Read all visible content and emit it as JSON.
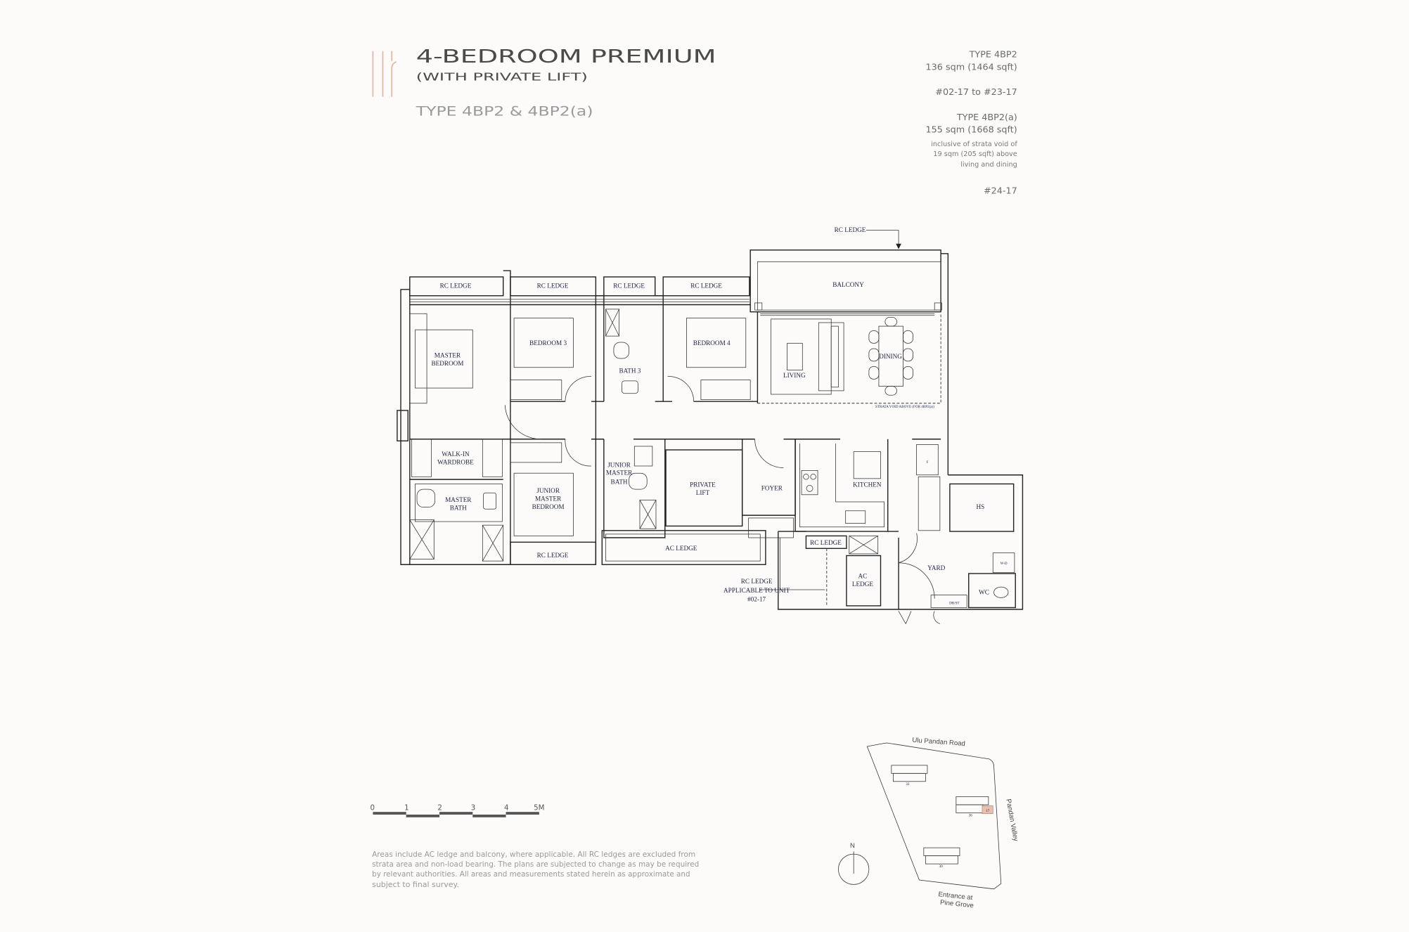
{
  "header": {
    "title": "4-BEDROOM PREMIUM",
    "subtitle": "(WITH PRIVATE LIFT)",
    "types": "TYPE 4BP2 & 4BP2(a)",
    "accent_color": "#e2b8a8"
  },
  "unit_info": {
    "type_a": "TYPE 4BP2",
    "area_a": "136 sqm (1464 sqft)",
    "units_a": "#02-17 to #23-17",
    "type_b": "TYPE 4BP2(a)",
    "area_b": "155 sqm (1668 sqft)",
    "note_b": [
      "inclusive of strata void of",
      "19 sqm (205 sqft) above",
      "living and dining"
    ],
    "units_b": "#24-17"
  },
  "floor_plan": {
    "labels": {
      "rc_ledge_1": "RC LEDGE",
      "rc_ledge_2": "RC LEDGE",
      "rc_ledge_3": "RC LEDGE",
      "rc_ledge_4": "RC LEDGE",
      "rc_ledge_top": "RC LEDGE",
      "balcony": "BALCONY",
      "master_bedroom": [
        "MASTER",
        "BEDROOM"
      ],
      "bedroom_3": "BEDROOM 3",
      "bath_3": "BATH 3",
      "bedroom_4": "BEDROOM 4",
      "living": "LIVING",
      "dining": "DINING",
      "strata_void": "STRATA VOID ABOVE (FOR 4BP2(a))",
      "walk_in": [
        "WALK-IN",
        "WARDROBE"
      ],
      "master_bath": [
        "MASTER",
        "BATH"
      ],
      "junior_master_bedroom": [
        "JUNIOR",
        "MASTER",
        "BEDROOM"
      ],
      "junior_master_bath": [
        "JUNIOR",
        "MASTER",
        "BATH"
      ],
      "private_lift": [
        "PRIVATE",
        "LIFT"
      ],
      "foyer": "FOYER",
      "kitchen": "KITCHEN",
      "hs": "HS",
      "f": "F",
      "rc_ledge_kitchen": "RC LEDGE",
      "ac_ledge_small": [
        "AC",
        "LEDGE"
      ],
      "yard": "YARD",
      "wc": "WC",
      "wd": "W-D",
      "dbst": "DB/ST",
      "ac_ledge": "AC LEDGE",
      "rc_ledge_bottom": "RC LEDGE",
      "rc_ledge_note": [
        "RC LEDGE",
        "APPLICABLE TO UNIT",
        "#02-17"
      ]
    }
  },
  "scale_bar": {
    "ticks": [
      "0",
      "1",
      "2",
      "3",
      "4",
      "5M"
    ]
  },
  "disclaimer": [
    "Areas include AC ledge and balcony, where applicable. All RC ledges are excluded from",
    "strata area and non-load bearing. The plans are subjected to change as may be required",
    "by relevant authorities. All areas and measurements stated herein as approximate and",
    "subject to final survey."
  ],
  "site_plan": {
    "north": "N",
    "road_top": "Ulu Pandan Road",
    "road_right": "Pandan Valley",
    "entrance": [
      "Entrance at",
      "Pine Grove"
    ],
    "block_labels": [
      "32",
      "36",
      "30"
    ],
    "highlight_unit": "17",
    "highlight_color": "#e8c0b0"
  }
}
